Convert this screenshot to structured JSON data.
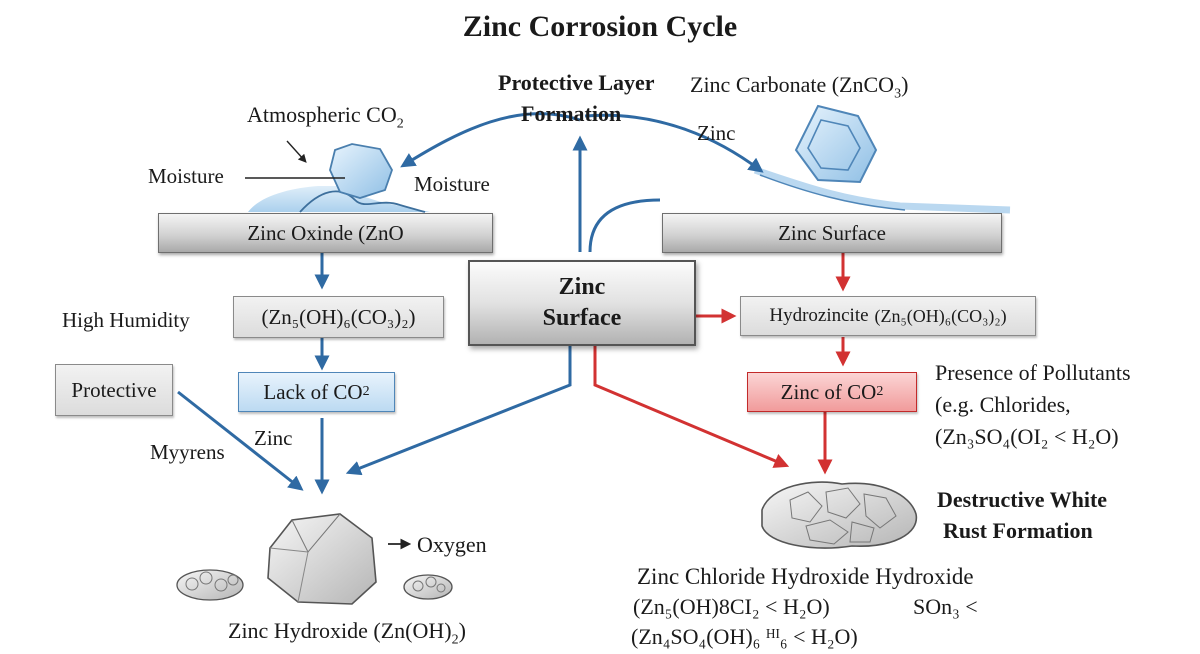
{
  "title": "Zinc Corrosion Cycle",
  "labels": {
    "protective_layer_formation_1": "Protective Layer",
    "protective_layer_formation_2": "Formation",
    "zinc_carbonate": "Zinc Carbonate (ZnCO",
    "zinc_carbonate_sub": "3",
    "zinc_carbonate_close": ")",
    "atmospheric_co2": "Atmospheric CO",
    "atmospheric_co2_sub": "2",
    "moisture_left": "Moisture",
    "moisture_right": "Moisture",
    "zinc_top_right": "Zinc",
    "high_humidity": "High Humidity",
    "myyrens": "Myyrens",
    "zinc_mid_left": "Zinc",
    "oxygen": "Oxygen",
    "zinc_hydroxide": "Zinc Hydroxide (Zn(OH)",
    "zinc_hydroxide_sub": "2",
    "zinc_hydroxide_close": ")",
    "presence_of_pollutants": "Presence of Pollutants",
    "eg_chlorides": "(e.g. Chlorides,",
    "pollutant_formula": "(Zn₃SO₄(OI₂ < H₂O)",
    "destructive_1": "Destructive White",
    "destructive_2": "Rust Formation",
    "zinc_chloride_hydroxide": "Zinc Chloride Hydroxide Hydroxide",
    "formula_1": "(Zn₅(OH)8CI₂ < H₂O)",
    "formula_son": "SOn₃ <",
    "formula_2": "(Zn₄SO₄(OH)₆ ᴴᴵ₆ < H₂O)"
  },
  "boxes": {
    "zinc_oxide": "Zinc Oxinde (ZnO",
    "zinc_surface_right": "Zinc Surface",
    "center_line1": "Zinc",
    "center_line2": "Surface",
    "zn5_left": "(Zn₅(OH)₆(CO₃)₂)",
    "hydrozincite": "Hydrozincite",
    "hydrozincite_formula": "(Zn₅(OH)₆(CO₃)₂)",
    "protective": "Protective",
    "lack_of_co2": "Lack of CO",
    "lack_of_co2_sub": "2",
    "zinc_of_co2": "Zinc of CO",
    "zinc_of_co2_sub": "2"
  },
  "colors": {
    "blue_arrow": "#2f6aa3",
    "red_arrow": "#d23232"
  },
  "icons": [
    "hexagon-crystal-icon",
    "zinc-carbonate-crystal-icon",
    "rock-cluster-icon",
    "white-rust-icon"
  ]
}
